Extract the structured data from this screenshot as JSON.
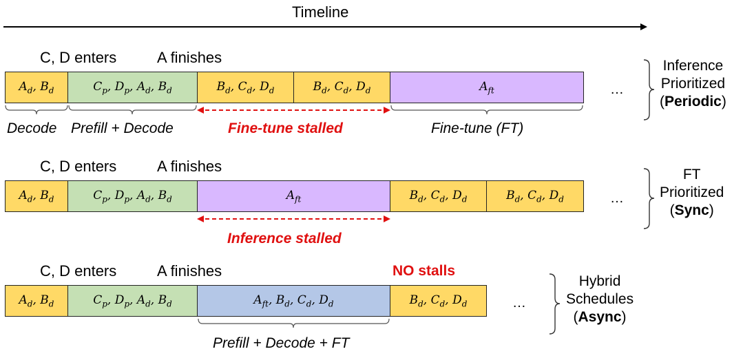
{
  "timeline": {
    "label": "Timeline"
  },
  "colors": {
    "decode": "#FFD966",
    "prefill": "#C5E0B4",
    "finetune": "#D9B8FF",
    "hybrid": "#B4C7E7",
    "stall": "#E01010"
  },
  "rows": [
    {
      "events": [
        "C, D enters",
        "A finishes"
      ],
      "cells": [
        "A_d, B_d",
        "C_p, D_p, A_d, B_d",
        "B_d, C_d, D_d",
        "B_d, C_d, D_d",
        "A_ft"
      ],
      "captions": [
        "Decode",
        "Prefill + Decode",
        "Fine-tune (FT)"
      ],
      "stall": "Fine-tune stalled",
      "ellipsis": "…",
      "mode": [
        "Inference",
        "Prioritized",
        "Periodic"
      ]
    },
    {
      "events": [
        "C, D enters",
        "A finishes"
      ],
      "cells": [
        "A_d, B_d",
        "C_p, D_p, A_d, B_d",
        "A_ft",
        "B_d, C_d, D_d",
        "B_d, C_d, D_d"
      ],
      "stall": "Inference stalled",
      "ellipsis": "…",
      "mode": [
        "FT",
        "Prioritized",
        "Sync"
      ]
    },
    {
      "events": [
        "C, D enters",
        "A finishes"
      ],
      "cells": [
        "A_d, B_d",
        "C_p, D_p, A_d, B_d",
        "A_ft, B_d, C_d, D_d",
        "B_d, C_d, D_d"
      ],
      "captions": [
        "Prefill + Decode + FT"
      ],
      "note": "NO stalls",
      "ellipsis": "…",
      "mode": [
        "Hybrid",
        "Schedules",
        "Async"
      ]
    }
  ]
}
